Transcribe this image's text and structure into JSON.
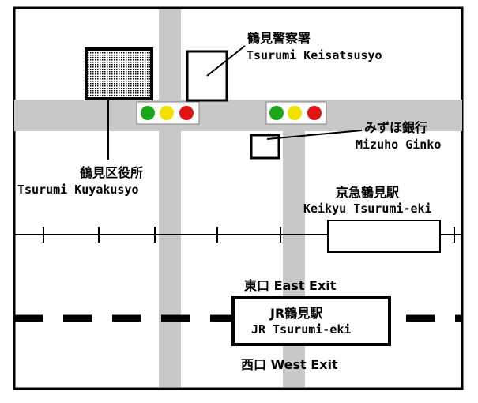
{
  "labels": {
    "police_jp": "鶴見警察署",
    "police_en": "Tsurumi Keisatsusyo",
    "bank_jp": "みずほ銀行",
    "bank_en": "Mizuho Ginko",
    "ward_jp": "鶴見区役所",
    "ward_en": "Tsurumi Kuyakusyo",
    "keikyu_jp": "京急鶴見駅",
    "keikyu_en": "Keikyu Tsurumi-eki",
    "east_exit": "東口 East Exit",
    "jr_jp": "JR鶴見駅",
    "jr_en": "JR Tsurumi-eki",
    "west_exit": "西口 West Exit"
  },
  "colors": {
    "road": "#c8c8c8",
    "signal_green": "#1aa81a",
    "signal_yellow": "#f2e000",
    "signal_red": "#e01414",
    "line": "#000000",
    "background": "#ffffff"
  },
  "icons": {
    "traffic_signal": "traffic-signal-icon"
  }
}
